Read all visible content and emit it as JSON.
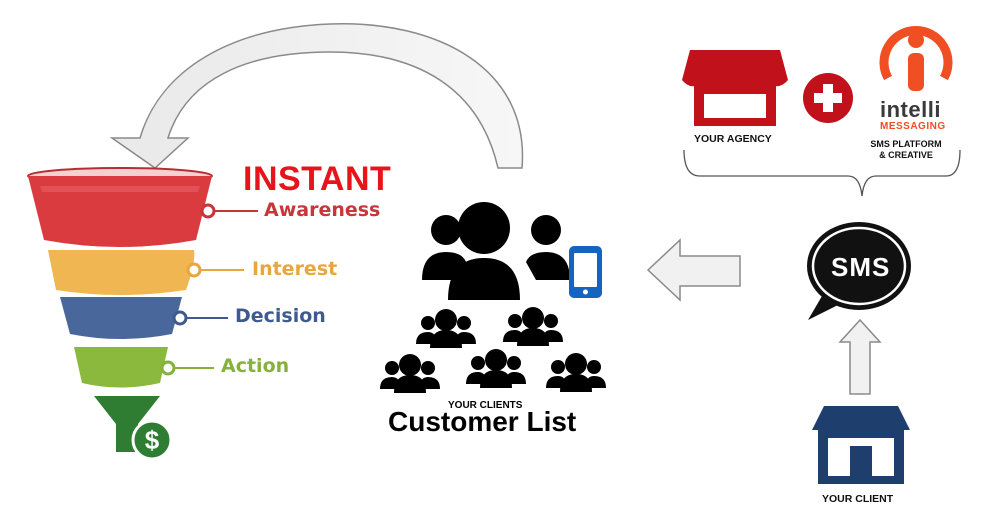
{
  "headline": "INSTANT",
  "funnel": {
    "stages": [
      {
        "label": "Awareness",
        "color": "#d93b3f"
      },
      {
        "label": "Interest",
        "color": "#f0b651"
      },
      {
        "label": "Decision",
        "color": "#4a679c"
      },
      {
        "label": "Action",
        "color": "#8bb93e"
      }
    ],
    "base_icon": "funnel-dollar-icon"
  },
  "customers": {
    "caption_small": "YOUR CLIENTS",
    "caption_large": "Customer List",
    "icons": [
      "people-group-icon",
      "mobile-phone-icon"
    ]
  },
  "agency": {
    "label": "YOUR AGENCY",
    "icon": "storefront-icon",
    "color": "#c1121c"
  },
  "plus_icon": "plus-icon",
  "platform": {
    "brand_main": "intelli",
    "brand_sub": "MESSAGING",
    "label_line1": "SMS PLATFORM",
    "label_line2": "& CREATIVE",
    "icon": "intelli-logo-icon",
    "accent": "#f04e23"
  },
  "sms_bubble": {
    "text": "SMS",
    "icon": "speech-bubble-icon"
  },
  "client": {
    "label": "YOUR CLIENT",
    "icon": "store-icon",
    "color": "#1e3f6e"
  }
}
